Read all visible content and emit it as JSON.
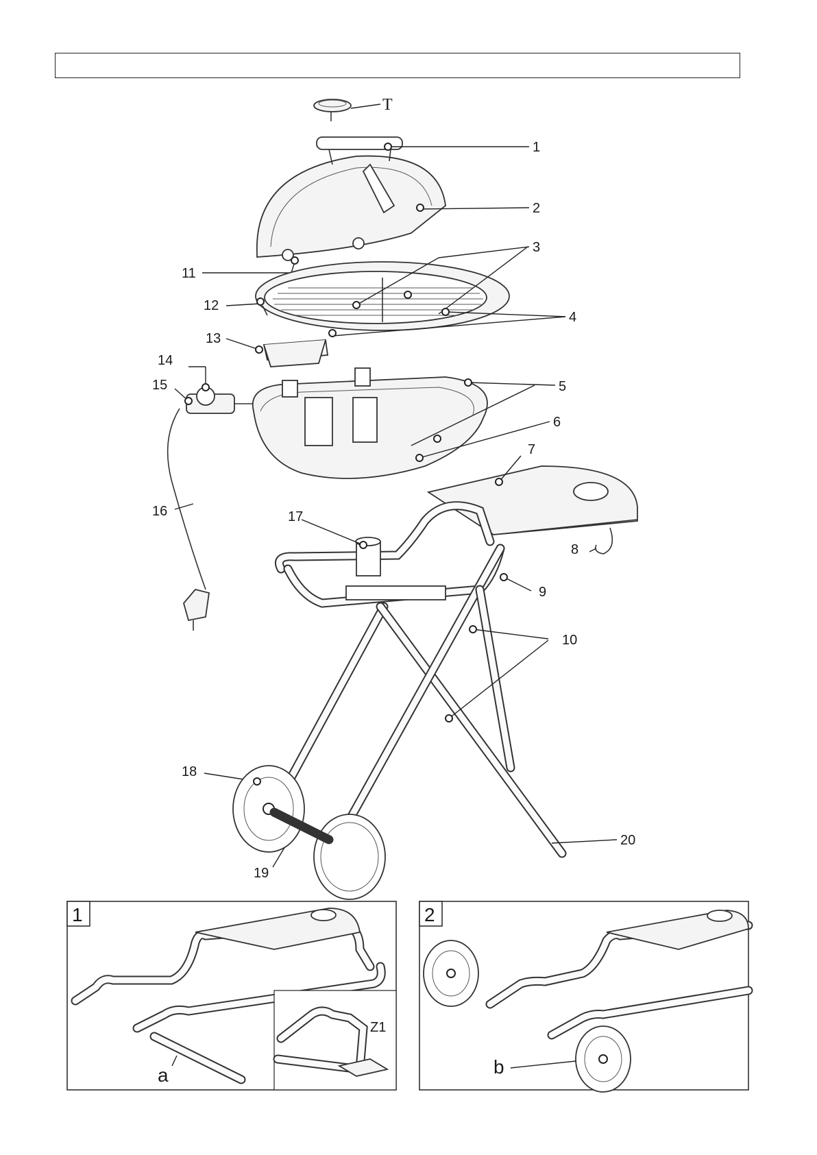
{
  "diagram": {
    "part_labels": [
      "T",
      "1",
      "2",
      "3",
      "4",
      "5",
      "6",
      "7",
      "8",
      "9",
      "10",
      "11",
      "12",
      "13",
      "14",
      "15",
      "16",
      "17",
      "18",
      "19",
      "20"
    ],
    "step_panels": [
      {
        "number": "1",
        "labels": [
          "a",
          "Z1"
        ]
      },
      {
        "number": "2",
        "labels": [
          "b"
        ]
      }
    ]
  }
}
